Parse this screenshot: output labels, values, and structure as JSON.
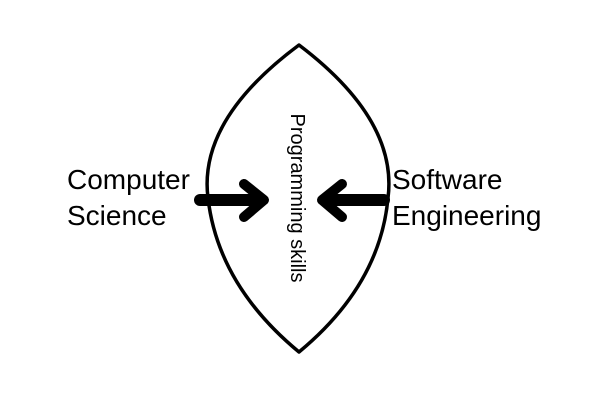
{
  "diagram": {
    "center": {
      "label": "Programming skills"
    },
    "left": {
      "line1": "Computer",
      "line2": "Science"
    },
    "right": {
      "line1": "Software",
      "line2": "Engineering"
    },
    "colors": {
      "stroke": "#000000",
      "background": "#ffffff"
    }
  }
}
